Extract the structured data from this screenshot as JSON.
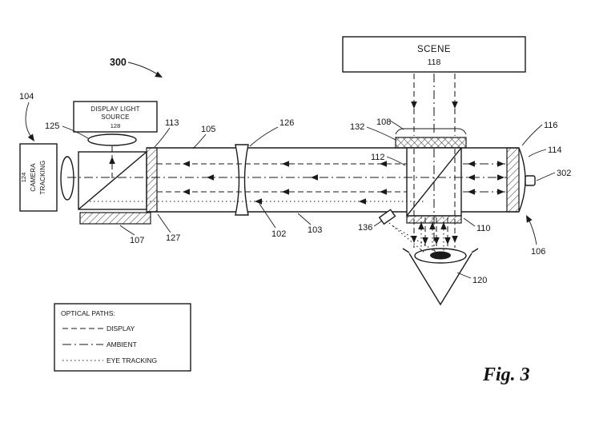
{
  "figure": {
    "caption": "Fig. 3",
    "assembly_ref": "300"
  },
  "colors": {
    "ink": "#1a1a1a",
    "background": "#ffffff"
  },
  "scene_box": {
    "title": "SCENE",
    "ref": "118"
  },
  "tracking_camera": {
    "line1": "TRACKING",
    "line2": "CAMERA",
    "ref": "124"
  },
  "display_source": {
    "line1": "DISPLAY LIGHT",
    "line2": "SOURCE",
    "ref": "128"
  },
  "legend": {
    "title": "OPTICAL PATHS:",
    "entries": [
      {
        "label": "DISPLAY",
        "style": "dashed"
      },
      {
        "label": "AMBIENT",
        "style": "dashdot"
      },
      {
        "label": "EYE TRACKING",
        "style": "dotted"
      }
    ]
  },
  "refs": {
    "r300": "300",
    "r104": "104",
    "r125": "125",
    "r113": "113",
    "r105": "105",
    "r126": "126",
    "r132": "132",
    "r108": "108",
    "r116": "116",
    "r114": "114",
    "r302": "302",
    "r112": "112",
    "r136": "136",
    "r110": "110",
    "r106": "106",
    "r102": "102",
    "r103": "103",
    "r107": "107",
    "r127": "127",
    "r120": "120"
  }
}
